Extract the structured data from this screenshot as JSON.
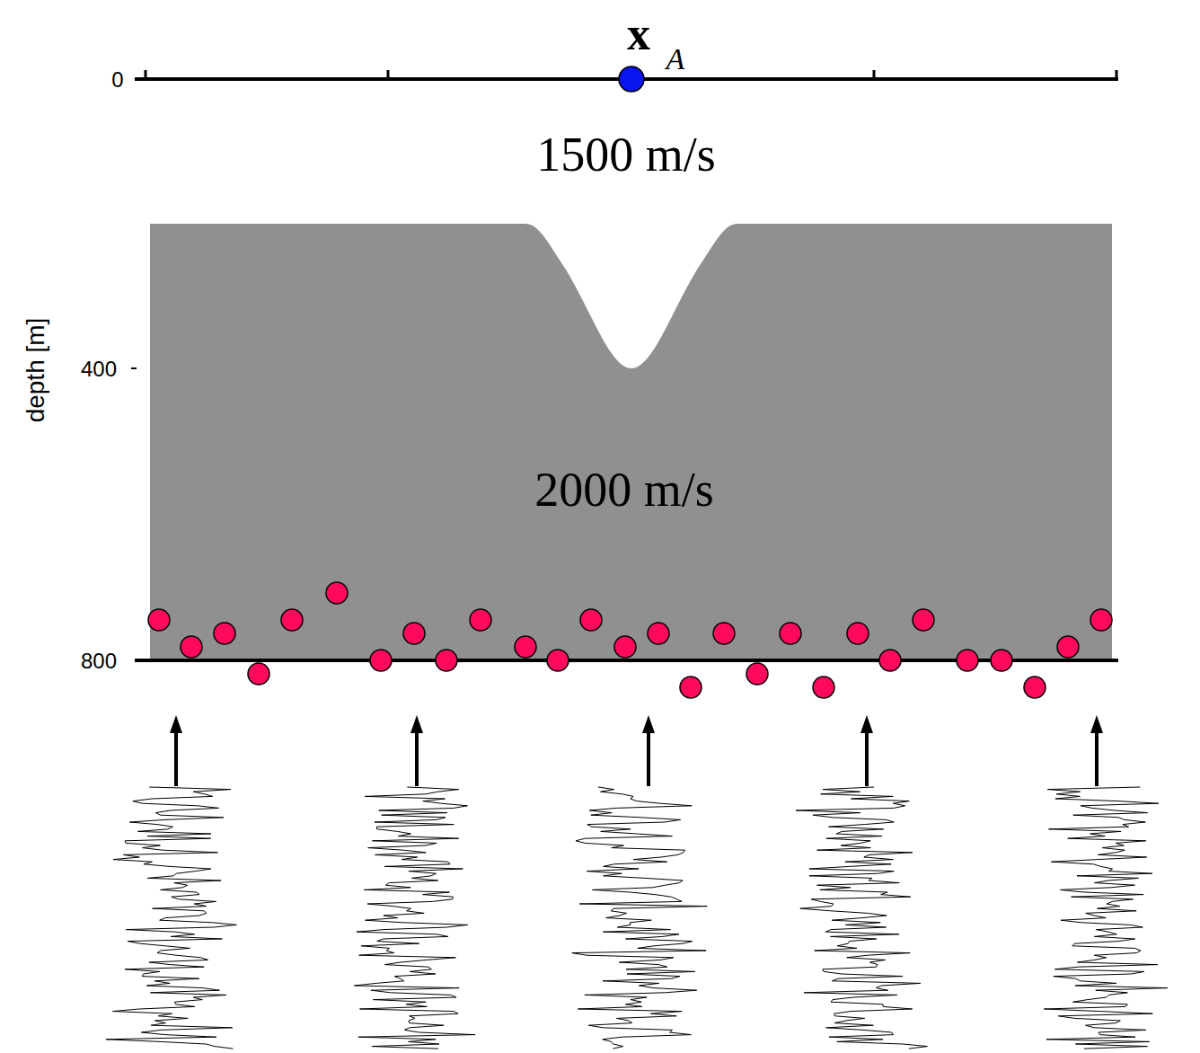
{
  "diagram": {
    "labels": [
      "x",
      "A",
      "0",
      "1500 m/s",
      "depth [m]",
      "400",
      "2000 m/s",
      "800"
    ]
  }
}
